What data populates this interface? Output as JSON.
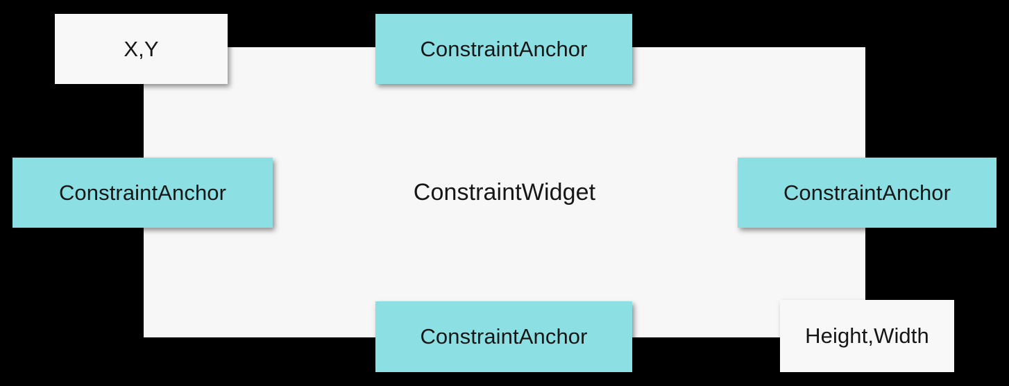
{
  "diagram": {
    "title": "ConstraintWidget anchors diagram",
    "background_color": "#000000",
    "nodes": {
      "widget": {
        "label": "ConstraintWidget",
        "color": "#F7F7F7",
        "role": "container"
      },
      "anchor_top": {
        "label": "ConstraintAnchor",
        "color": "#8CE0E3",
        "role": "anchor",
        "side": "top"
      },
      "anchor_left": {
        "label": "ConstraintAnchor",
        "color": "#8CE0E3",
        "role": "anchor",
        "side": "left"
      },
      "anchor_right": {
        "label": "ConstraintAnchor",
        "color": "#8CE0E3",
        "role": "anchor",
        "side": "right"
      },
      "anchor_bottom": {
        "label": "ConstraintAnchor",
        "color": "#8CE0E3",
        "role": "anchor",
        "side": "bottom"
      },
      "position_label": {
        "label": "X,Y",
        "color": "#F8F8F8",
        "role": "attribute"
      },
      "size_label": {
        "label": "Height,Width",
        "color": "#F8F8F8",
        "role": "attribute"
      }
    },
    "text_color": "#161616"
  }
}
